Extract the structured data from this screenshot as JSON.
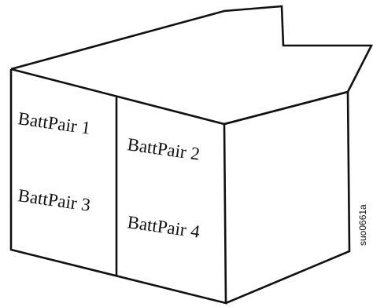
{
  "diagram": {
    "slots": [
      {
        "label": "BattPair 1"
      },
      {
        "label": "BattPair 2"
      },
      {
        "label": "BattPair 3"
      },
      {
        "label": "BattPair 4"
      }
    ],
    "figure_code": "suo0661a"
  }
}
